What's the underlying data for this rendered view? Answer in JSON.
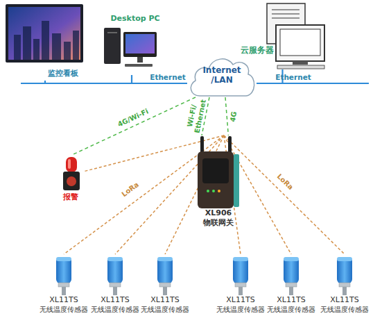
{
  "diagram": {
    "nodes": [
      {
        "text": [
          "监控看板"
        ]
      },
      {
        "text": [
          "Desktop PC"
        ]
      },
      {
        "text": [
          "Internet /LAN"
        ]
      },
      {
        "text": [
          "云服务器"
        ]
      },
      {
        "text": [
          "报警"
        ]
      },
      {
        "text": [
          "XL906",
          "物联网关"
        ]
      },
      {
        "text": [
          "XL11TS",
          "无线温度传感器"
        ]
      },
      {
        "text": [
          "XL11TS",
          "无线温度传感器"
        ]
      },
      {
        "text": [
          "XL11TS",
          "无线温度传感器"
        ]
      },
      {
        "text": [
          "XL11TS",
          "无线温度传感器"
        ]
      },
      {
        "text": [
          "XL11TS",
          "无线温度传感器"
        ]
      },
      {
        "text": [
          "XL11TS",
          "无线温度传感器"
        ]
      }
    ],
    "edges": [
      {
        "from": 0,
        "to": 2,
        "arrow": "none"
      },
      {
        "from": 1,
        "to": 2,
        "label": "Ethernet",
        "arrow": "none"
      },
      {
        "from": 3,
        "to": 2,
        "label": "Ethernet",
        "arrow": "none"
      },
      {
        "from": 2,
        "to": 4,
        "label": "4G/Wi-Fi",
        "arrow": "none"
      },
      {
        "from": 2,
        "to": 5,
        "label": "Wi-Fi/ Ethernet",
        "arrow": "none"
      },
      {
        "from": 2,
        "to": 5,
        "label": "4G",
        "arrow": "none"
      },
      {
        "from": 5,
        "to": 4,
        "arrow": "none"
      },
      {
        "from": 5,
        "to": 6,
        "label": "LoRa",
        "arrow": "none"
      },
      {
        "from": 5,
        "to": 7,
        "arrow": "none"
      },
      {
        "from": 5,
        "to": 8,
        "arrow": "none"
      },
      {
        "from": 5,
        "to": 9,
        "arrow": "none"
      },
      {
        "from": 5,
        "to": 10,
        "arrow": "none"
      },
      {
        "from": 5,
        "to": 11,
        "label": "LoRa",
        "arrow": "none"
      }
    ]
  }
}
